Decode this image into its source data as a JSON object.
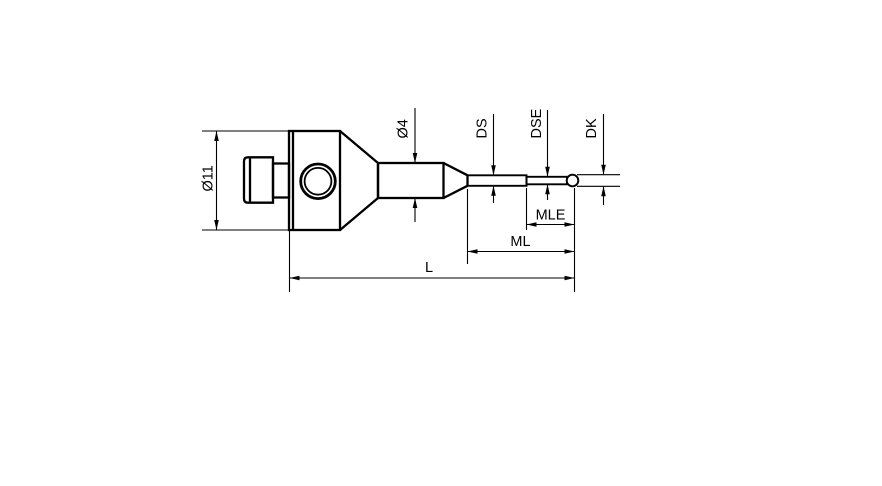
{
  "drawing": {
    "background": "#ffffff",
    "line_color": "#000000",
    "labels": {
      "body_diameter": "Ø11",
      "stem_diameter": "Ø4",
      "stylus_shaft_diameter": "DS",
      "stylus_extension_diameter": "DSE",
      "ball_diameter": "DK",
      "extension_length": "MLE",
      "measuring_length": "ML",
      "overall_length": "L"
    }
  }
}
